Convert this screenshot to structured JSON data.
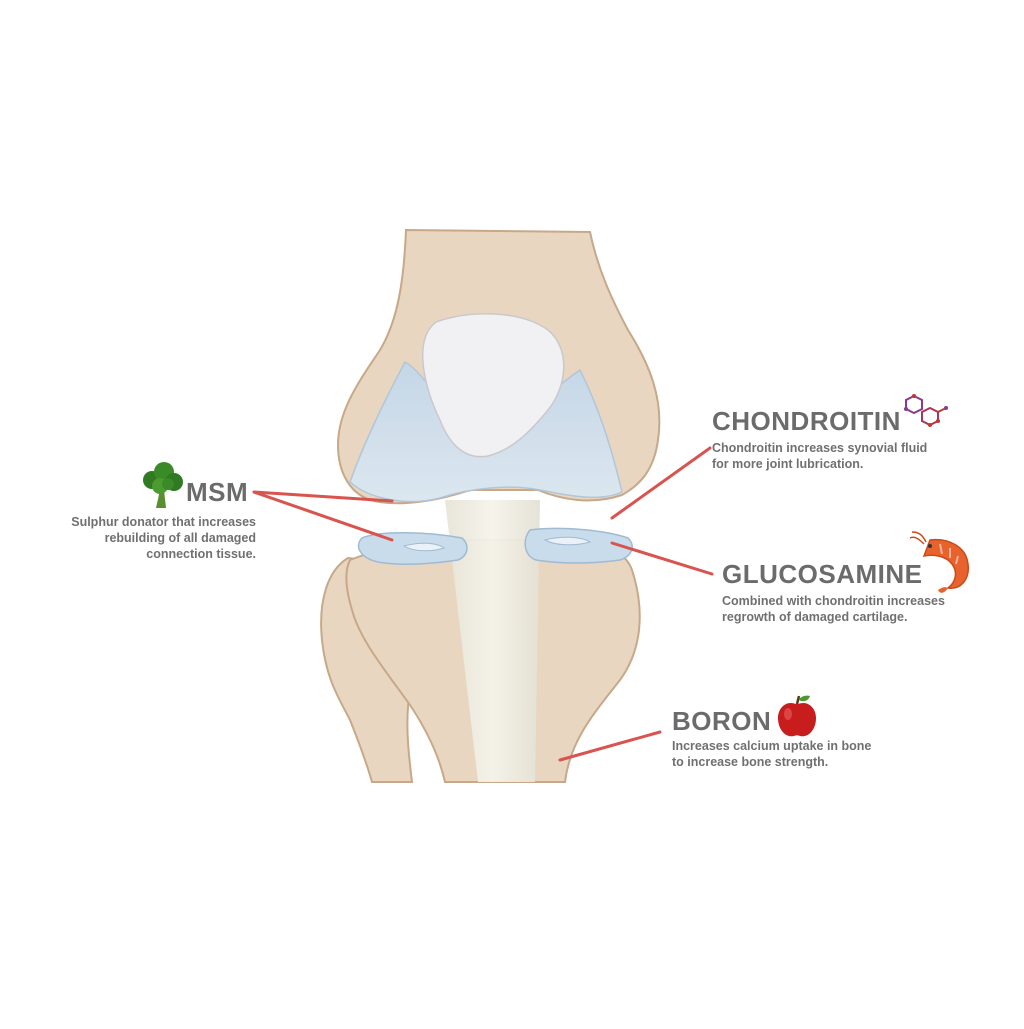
{
  "labels": {
    "msm": {
      "title": "MSM",
      "lines": [
        "Sulphur donator that increases",
        "rebuilding of all damaged",
        "connection tissue."
      ],
      "icon": "broccoli-icon"
    },
    "chondroitin": {
      "title": "CHONDROITIN",
      "lines": [
        "Chondroitin increases synovial fluid",
        "for more joint lubrication."
      ],
      "icon": "molecule-icon"
    },
    "glucosamine": {
      "title": "GLUCOSAMINE",
      "lines": [
        "Combined with chondroitin increases",
        "regrowth of damaged cartilage."
      ],
      "icon": "shrimp-icon"
    },
    "boron": {
      "title": "BORON",
      "lines": [
        "Increases calcium uptake in bone",
        "to increase bone strength."
      ],
      "icon": "apple-icon"
    }
  },
  "colors": {
    "bone": "#e9d6c0",
    "bone_outline": "#c7a889",
    "cartilage": "#cfe0ee",
    "leader_line": "#d9534f",
    "text_title": "#6b6b6b",
    "text_desc": "#707070"
  }
}
